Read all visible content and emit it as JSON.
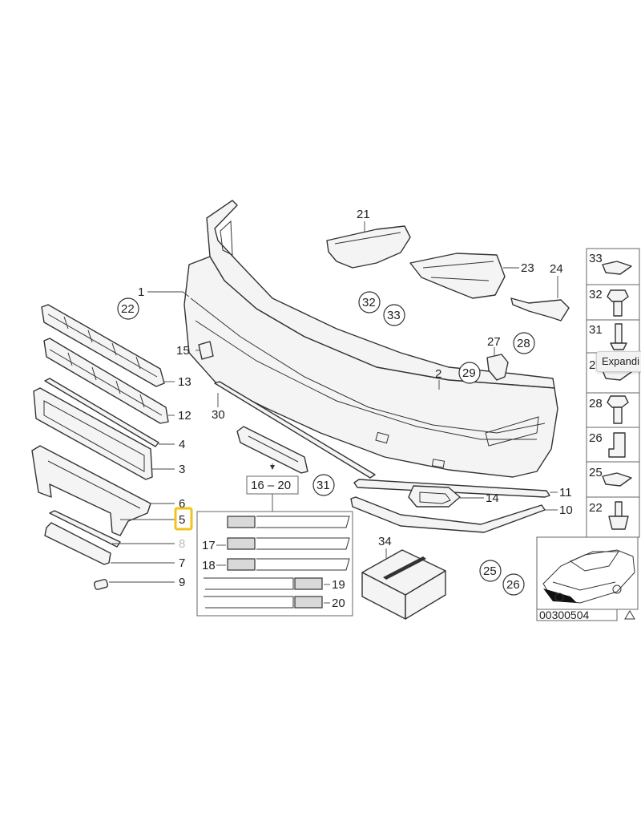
{
  "diagram": {
    "labels": {
      "l1": "1",
      "l2": "2",
      "l3": "3",
      "l4": "4",
      "l5": "5",
      "l6": "6",
      "l7": "7",
      "l8": "8",
      "l9": "9",
      "l10": "10",
      "l11": "11",
      "l12": "12",
      "l13": "13",
      "l14": "14",
      "l15": "15",
      "l16_20": "16 – 20",
      "l17": "17",
      "l18": "18",
      "l19": "19",
      "l20": "20",
      "l21": "21",
      "l22": "22",
      "l23": "23",
      "l24": "24",
      "l25": "25",
      "l26": "26",
      "l27": "27",
      "l28": "28",
      "l29": "29",
      "l30": "30",
      "l31": "31",
      "l32": "32",
      "l33": "33",
      "l34": "34"
    },
    "side_panel": {
      "items": [
        "33",
        "32",
        "31",
        "29",
        "28",
        "26",
        "25",
        "22"
      ]
    },
    "reference_code": "00300504",
    "highlighted_part": "5"
  },
  "ui": {
    "expand_label": "Expandi"
  }
}
